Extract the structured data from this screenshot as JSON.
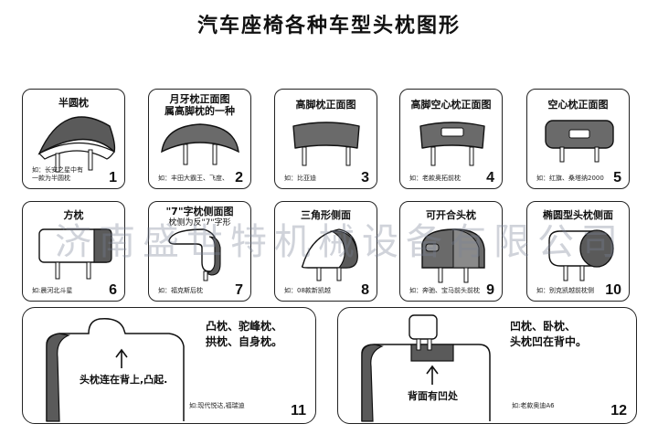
{
  "page_title": "汽车座椅各种车型头枕图形",
  "watermark": "济南盛世特机械设备有限公司",
  "cards": [
    {
      "title": [
        "半圆枕"
      ],
      "note": [
        "如：长安之星中有",
        "一款为半圆枕"
      ],
      "number": "1"
    },
    {
      "title": [
        "月牙枕正面图",
        "属高脚枕的一种"
      ],
      "note": [
        "如：丰田大霸王、飞度、"
      ],
      "number": "2"
    },
    {
      "title": [
        "高脚枕正面图"
      ],
      "note": [
        "如：比亚迪"
      ],
      "number": "3"
    },
    {
      "title": [
        "高脚空心枕正面图"
      ],
      "note": [
        "如：老款奥拓前枕"
      ],
      "number": "4"
    },
    {
      "title": [
        "空心枕正面图"
      ],
      "note": [
        "如：红旗、桑塔纳2000"
      ],
      "number": "5"
    },
    {
      "title": [
        "方枕"
      ],
      "note": [
        "如:晨河北斗星"
      ],
      "number": "6"
    },
    {
      "title": [
        "\"7\"字枕侧面图",
        "枕侧为反\"7\"字形"
      ],
      "note": [
        "如：福克斯后枕"
      ],
      "number": "7"
    },
    {
      "title": [
        "三角形侧面"
      ],
      "note": [
        "如：08款新凯越"
      ],
      "number": "8"
    },
    {
      "title": [
        "可开合头枕"
      ],
      "note": [
        "如：奔驰、宝马前头前枕"
      ],
      "number": "9"
    },
    {
      "title": [
        "椭圆型头枕侧面"
      ],
      "note": [
        "如：别克凯越前枕侧"
      ],
      "number": "10"
    }
  ],
  "card11": {
    "desc": [
      "凸枕、驼峰枕、",
      "拱枕、自身枕。"
    ],
    "arrow_label": "头枕连在背上,凸起.",
    "note": "如:现代悦达,福瑞迪",
    "number": "11"
  },
  "card12": {
    "desc": [
      "凹枕、卧枕、",
      "头枕凹在背中。"
    ],
    "arrow_label": "背面有凹处",
    "note": "如:老款奥迪A6",
    "number": "12"
  }
}
